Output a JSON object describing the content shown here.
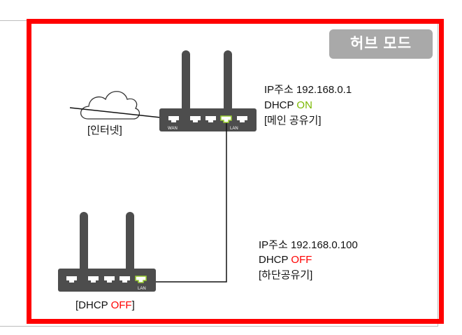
{
  "mode_badge": "허브 모드",
  "internet_label": "[인터넷]",
  "main_router": {
    "ip_line": "IP주소 192.168.0.1",
    "dhcp_prefix": "DHCP ",
    "dhcp_state": "ON",
    "role": "[메인 공유기]",
    "port_labels": {
      "wan": "WAN",
      "lan": "LAN"
    }
  },
  "sub_router": {
    "ip_line": "IP주소 192.168.0.100",
    "dhcp_prefix": "DHCP ",
    "dhcp_state": "OFF",
    "role": "[하단공유기]",
    "caption_prefix": "[DHCP ",
    "caption_state": "OFF",
    "caption_suffix": "]",
    "port_labels": {
      "lan": "LAN"
    }
  },
  "colors": {
    "frame": "#ff0000",
    "on": "#7ab800",
    "off": "#ff0000",
    "router": "#4d4d4d",
    "badge": "#a9a9a9"
  }
}
